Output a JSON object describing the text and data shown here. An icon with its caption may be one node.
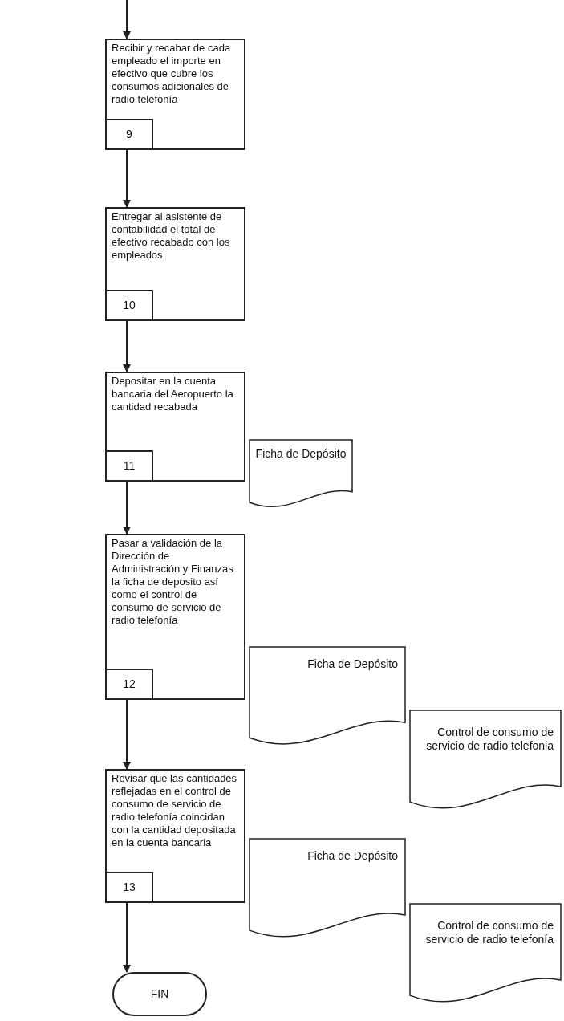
{
  "diagram": {
    "nodes": [
      {
        "text": [
          "Recibir y recabar de cada empleado el importe en efectivo que cubre los consumos adicionales de radio telefonía"
        ]
      },
      {
        "text": [
          "9"
        ],
        "in": 0
      },
      {
        "text": [
          "Entregar al asistente de contabilidad el total de efectivo recabado con los empleados"
        ]
      },
      {
        "text": [
          "10"
        ],
        "in": 2
      },
      {
        "text": [
          "Depositar en la cuenta bancaria del Aeropuerto la cantidad recabada"
        ]
      },
      {
        "text": [
          "11"
        ],
        "in": 4
      },
      {
        "text": [
          "Ficha de Depósito"
        ]
      },
      {
        "text": [
          "Pasar a validación de la Dirección de Administración y Finanzas la ficha de deposito así como el control de consumo de servicio de radio telefonía"
        ]
      },
      {
        "text": [
          "12"
        ],
        "in": 7
      },
      {
        "text": [
          "Ficha de Depósito"
        ]
      },
      {
        "text": [
          "Control de consumo de servicio de radio telefonia"
        ]
      },
      {
        "text": [
          "Revisar que las cantidades reflejadas en el control de consumo de servicio de radio telefonía coincidan con la cantidad depositada en la cuenta bancaria"
        ]
      },
      {
        "text": [
          "13"
        ],
        "in": 11
      },
      {
        "text": [
          "Ficha de Depósito"
        ]
      },
      {
        "text": [
          "Control de consumo de servicio de radio telefonía"
        ]
      },
      {
        "text": [
          "FIN"
        ]
      }
    ],
    "edges": [
      {
        "from": null,
        "to": 0,
        "arrow": "to"
      },
      {
        "from": 0,
        "to": 2,
        "arrow": "to"
      },
      {
        "from": 2,
        "to": 4,
        "arrow": "to"
      },
      {
        "from": 4,
        "to": 7,
        "arrow": "to"
      },
      {
        "from": 7,
        "to": 11,
        "arrow": "to"
      },
      {
        "from": 11,
        "to": 15,
        "arrow": "to"
      }
    ]
  }
}
